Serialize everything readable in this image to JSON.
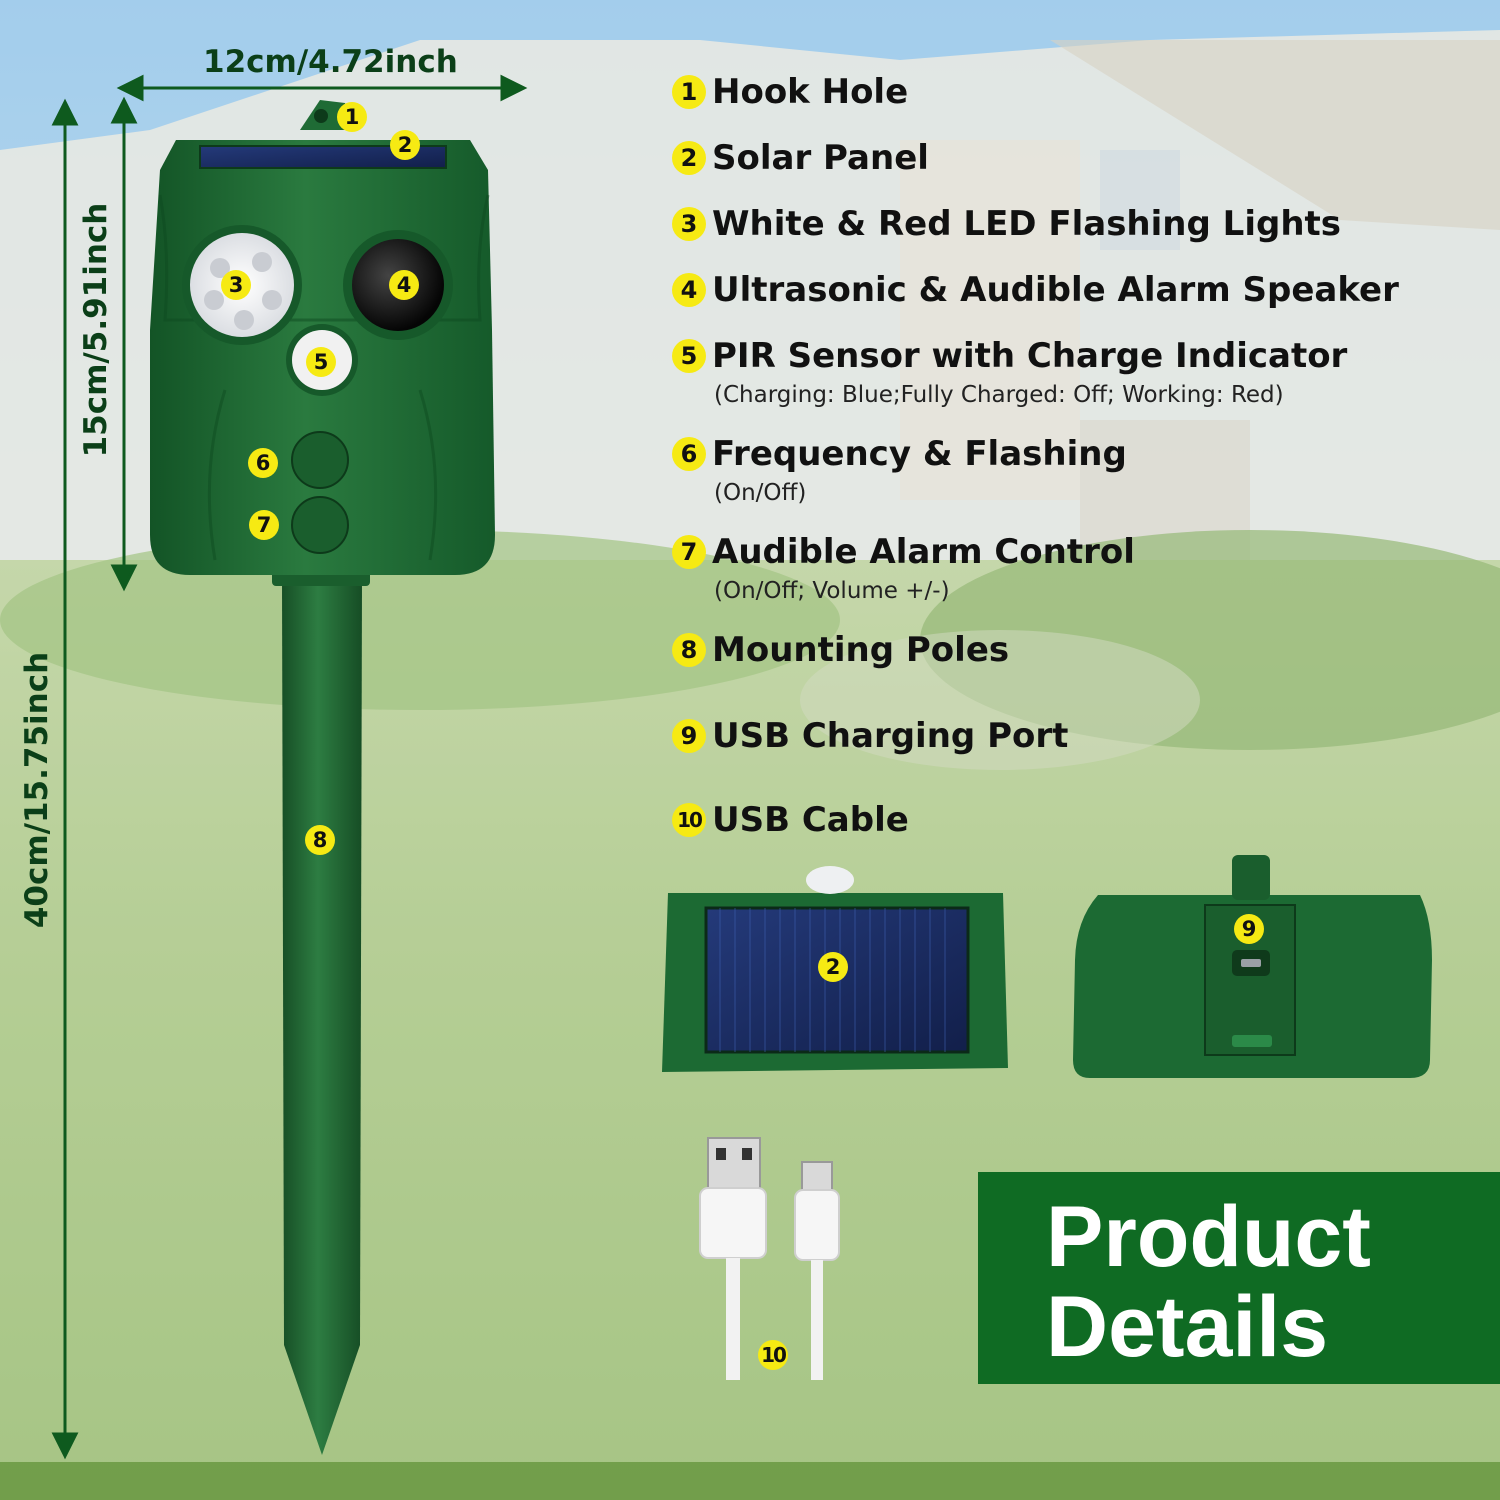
{
  "dimensions": {
    "width": "12cm/4.72inch",
    "head_height": "15cm/5.91inch",
    "total_height": "40cm/15.75inch"
  },
  "features": [
    {
      "num": "1",
      "title": "Hook Hole"
    },
    {
      "num": "2",
      "title": "Solar Panel"
    },
    {
      "num": "3",
      "title": "White & Red LED Flashing Lights"
    },
    {
      "num": "4",
      "title": "Ultrasonic & Audible Alarm Speaker"
    },
    {
      "num": "5",
      "title": "PIR Sensor with Charge Indicator",
      "sub": "(Charging: Blue;Fully Charged: Off; Working: Red)"
    },
    {
      "num": "6",
      "title": "Frequency & Flashing",
      "sub": "(On/Off)"
    },
    {
      "num": "7",
      "title": "Audible Alarm Control",
      "sub": "(On/Off; Volume +/-)"
    },
    {
      "num": "8",
      "title": "Mounting Poles"
    },
    {
      "num": "9",
      "title": "USB Charging Port"
    },
    {
      "num": "10",
      "title": "USB Cable"
    }
  ],
  "banner": {
    "line1": "Product",
    "line2": "Details"
  },
  "colors": {
    "device_green": "#1e6b34",
    "banner_green": "#0f6b23",
    "badge_yellow": "#f6ea13",
    "dimension_green": "#0e5a1e"
  }
}
